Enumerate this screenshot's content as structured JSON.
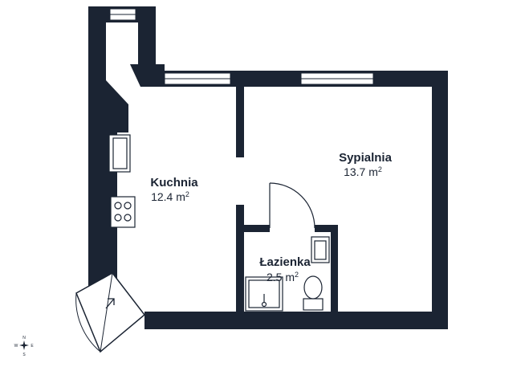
{
  "floor_plan": {
    "wall_color": "#1b2433",
    "background_color": "#ffffff",
    "rooms": [
      {
        "name": "Kuchnia",
        "area": "12.4 m",
        "area_unit_sup": "2"
      },
      {
        "name": "Sypialnia",
        "area": "13.7 m",
        "area_unit_sup": "2"
      },
      {
        "name": "Łazienka",
        "area": "2.5 m",
        "area_unit_sup": "2"
      }
    ],
    "compass": {
      "n": "N",
      "s": "S",
      "e": "E",
      "w": "W"
    },
    "fixtures": [
      "sink-icon",
      "stove-icon",
      "shower-icon",
      "toilet-icon",
      "washbasin-icon",
      "entrance-arrow-icon"
    ]
  }
}
